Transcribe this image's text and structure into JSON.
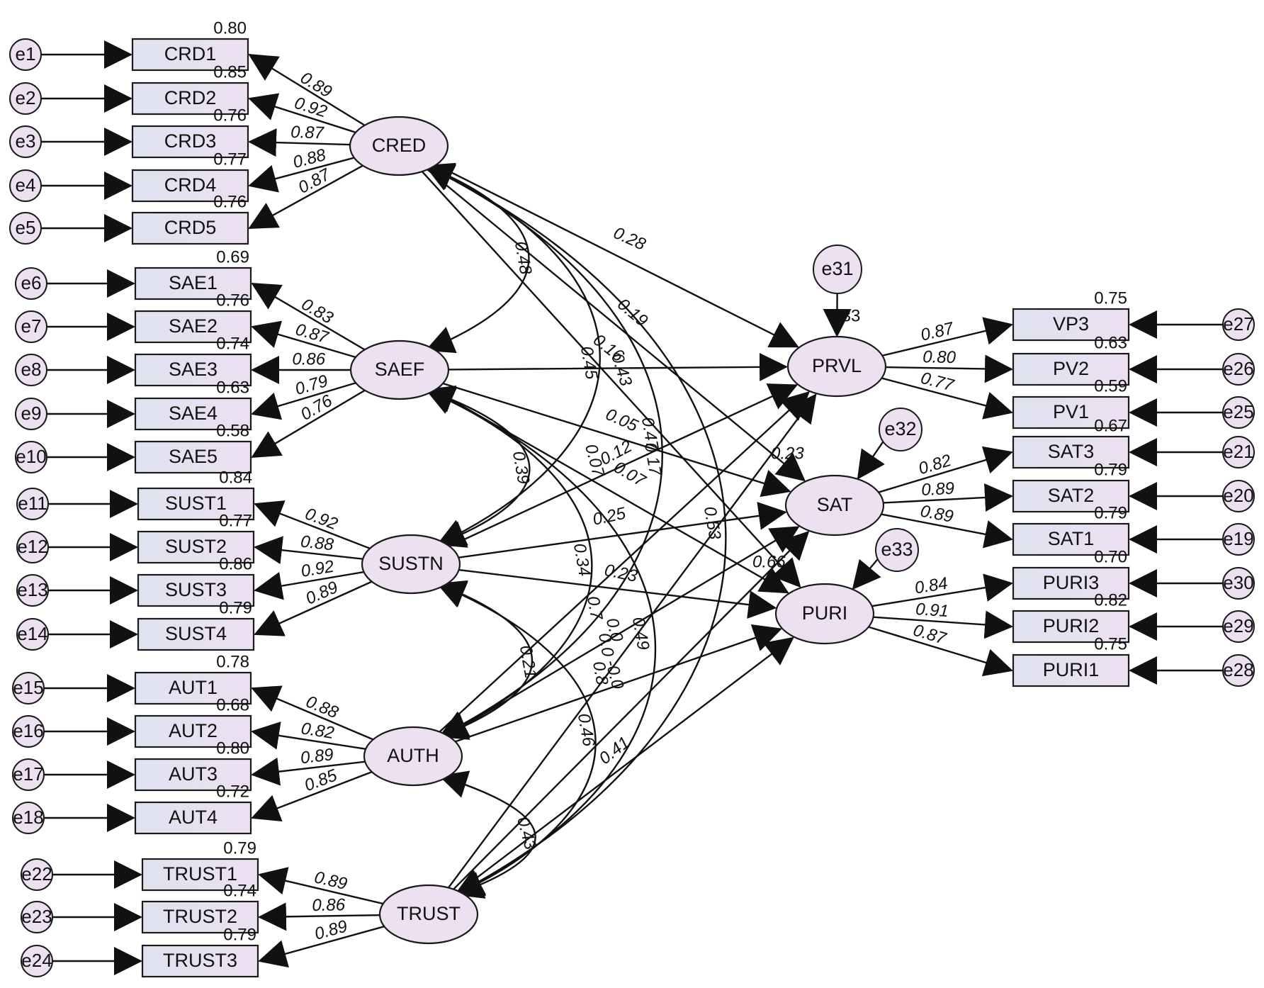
{
  "diagram": {
    "type": "structural-equation-model",
    "colors": {
      "node_fill": "#ece0f1",
      "box_fill": "#e4e0f2",
      "stroke": "#111111"
    },
    "latents": [
      {
        "id": "CRED",
        "label": "CRED"
      },
      {
        "id": "SAEF",
        "label": "SAEF"
      },
      {
        "id": "SUSTN",
        "label": "SUSTN"
      },
      {
        "id": "AUTH",
        "label": "AUTH"
      },
      {
        "id": "TRUST",
        "label": "TRUST"
      },
      {
        "id": "PRVL",
        "label": "PRVL",
        "r2": ".33"
      },
      {
        "id": "SAT",
        "label": "SAT",
        "r2": "0.23"
      },
      {
        "id": "PURI",
        "label": "PURI",
        "r2": "0.66"
      }
    ],
    "disturbances": [
      {
        "id": "e31",
        "label": "e31",
        "target": "PRVL"
      },
      {
        "id": "e32",
        "label": "e32",
        "target": "SAT"
      },
      {
        "id": "e33",
        "label": "e33",
        "target": "PURI"
      }
    ],
    "indicators": [
      {
        "id": "CRD1",
        "label": "CRD1",
        "latent": "CRED",
        "error": "e1",
        "loading": "0.89",
        "r2": "0.80"
      },
      {
        "id": "CRD2",
        "label": "CRD2",
        "latent": "CRED",
        "error": "e2",
        "loading": "0.92",
        "r2": "0.85"
      },
      {
        "id": "CRD3",
        "label": "CRD3",
        "latent": "CRED",
        "error": "e3",
        "loading": "0.87",
        "r2": "0.76"
      },
      {
        "id": "CRD4",
        "label": "CRD4",
        "latent": "CRED",
        "error": "e4",
        "loading": "0.88",
        "r2": "0.77"
      },
      {
        "id": "CRD5",
        "label": "CRD5",
        "latent": "CRED",
        "error": "e5",
        "loading": "0.87",
        "r2": "0.76"
      },
      {
        "id": "SAE1",
        "label": "SAE1",
        "latent": "SAEF",
        "error": "e6",
        "loading": "0.83",
        "r2": "0.69"
      },
      {
        "id": "SAE2",
        "label": "SAE2",
        "latent": "SAEF",
        "error": "e7",
        "loading": "0.87",
        "r2": "0.76"
      },
      {
        "id": "SAE3",
        "label": "SAE3",
        "latent": "SAEF",
        "error": "e8",
        "loading": "0.86",
        "r2": "0.74"
      },
      {
        "id": "SAE4",
        "label": "SAE4",
        "latent": "SAEF",
        "error": "e9",
        "loading": "0.79",
        "r2": "0.63"
      },
      {
        "id": "SAE5",
        "label": "SAE5",
        "latent": "SAEF",
        "error": "e10",
        "loading": "0.76",
        "r2": "0.58"
      },
      {
        "id": "SUST1",
        "label": "SUST1",
        "latent": "SUSTN",
        "error": "e11",
        "loading": "0.92",
        "r2": "0.84"
      },
      {
        "id": "SUST2",
        "label": "SUST2",
        "latent": "SUSTN",
        "error": "e12",
        "loading": "0.88",
        "r2": "0.77"
      },
      {
        "id": "SUST3",
        "label": "SUST3",
        "latent": "SUSTN",
        "error": "e13",
        "loading": "0.92",
        "r2": "0.86"
      },
      {
        "id": "SUST4",
        "label": "SUST4",
        "latent": "SUSTN",
        "error": "e14",
        "loading": "0.89",
        "r2": "0.79"
      },
      {
        "id": "AUT1",
        "label": "AUT1",
        "latent": "AUTH",
        "error": "e15",
        "loading": "0.88",
        "r2": "0.78"
      },
      {
        "id": "AUT2",
        "label": "AUT2",
        "latent": "AUTH",
        "error": "e16",
        "loading": "0.82",
        "r2": "0.68"
      },
      {
        "id": "AUT3",
        "label": "AUT3",
        "latent": "AUTH",
        "error": "e17",
        "loading": "0.89",
        "r2": "0.80"
      },
      {
        "id": "AUT4",
        "label": "AUT4",
        "latent": "AUTH",
        "error": "e18",
        "loading": "0.85",
        "r2": "0.72"
      },
      {
        "id": "TRUST1",
        "label": "TRUST1",
        "latent": "TRUST",
        "error": "e22",
        "loading": "0.89",
        "r2": "0.79"
      },
      {
        "id": "TRUST2",
        "label": "TRUST2",
        "latent": "TRUST",
        "error": "e23",
        "loading": "0.86",
        "r2": "0.74"
      },
      {
        "id": "TRUST3",
        "label": "TRUST3",
        "latent": "TRUST",
        "error": "e24",
        "loading": "0.89",
        "r2": "0.79"
      },
      {
        "id": "VP3",
        "label": "VP3",
        "latent": "PRVL",
        "error": "e27",
        "loading": "0.87",
        "r2": "0.75"
      },
      {
        "id": "PV2",
        "label": "PV2",
        "latent": "PRVL",
        "error": "e26",
        "loading": "0.80",
        "r2": "0.63"
      },
      {
        "id": "PV1",
        "label": "PV1",
        "latent": "PRVL",
        "error": "e25",
        "loading": "0.77",
        "r2": "0.59"
      },
      {
        "id": "SAT3",
        "label": "SAT3",
        "latent": "SAT",
        "error": "e21",
        "loading": "0.82",
        "r2": "0.67"
      },
      {
        "id": "SAT2",
        "label": "SAT2",
        "latent": "SAT",
        "error": "e20",
        "loading": "0.89",
        "r2": "0.79"
      },
      {
        "id": "SAT1",
        "label": "SAT1",
        "latent": "SAT",
        "error": "e19",
        "loading": "0.89",
        "r2": "0.79"
      },
      {
        "id": "PURI3",
        "label": "PURI3",
        "latent": "PURI",
        "error": "e30",
        "loading": "0.84",
        "r2": "0.70"
      },
      {
        "id": "PURI2",
        "label": "PURI2",
        "latent": "PURI",
        "error": "e29",
        "loading": "0.91",
        "r2": "0.82"
      },
      {
        "id": "PURI1",
        "label": "PURI1",
        "latent": "PURI",
        "error": "e28",
        "loading": "0.87",
        "r2": "0.75"
      }
    ],
    "paths": [
      {
        "from": "CRED",
        "to": "PRVL",
        "value": "0.28"
      },
      {
        "from": "CRED",
        "to": "SAT",
        "value": "0.19"
      },
      {
        "from": "CRED",
        "to": "PURI",
        "value": "0.16"
      },
      {
        "from": "SAEF",
        "to": "PRVL",
        "value": ""
      },
      {
        "from": "SAEF",
        "to": "SAT",
        "value": "0.05"
      },
      {
        "from": "SAEF",
        "to": "PURI",
        "value": "0.07"
      },
      {
        "from": "SUSTN",
        "to": "PRVL",
        "value": "0.12"
      },
      {
        "from": "SUSTN",
        "to": "SAT",
        "value": "0.25"
      },
      {
        "from": "SUSTN",
        "to": "PURI",
        "value": "0.23"
      },
      {
        "from": "AUTH",
        "to": "PRVL",
        "value": "0.07"
      },
      {
        "from": "AUTH",
        "to": "SAT",
        "value": "0.0"
      },
      {
        "from": "AUTH",
        "to": "PURI",
        "value": "-0.0"
      },
      {
        "from": "TRUST",
        "to": "PRVL",
        "value": ""
      },
      {
        "from": "TRUST",
        "to": "SAT",
        "value": ""
      },
      {
        "from": "TRUST",
        "to": "PURI",
        "value": "0.41"
      }
    ],
    "covariances": [
      {
        "a": "CRED",
        "b": "SAEF",
        "value": "0.48"
      },
      {
        "a": "CRED",
        "b": "SUSTN",
        "value": "0.45"
      },
      {
        "a": "CRED",
        "b": "AUTH",
        "value": "0.43"
      },
      {
        "a": "CRED",
        "b": "TRUST",
        "value": "0.53"
      },
      {
        "a": "SAEF",
        "b": "SUSTN",
        "value": "0.39"
      },
      {
        "a": "SAEF",
        "b": "AUTH",
        "value": "0.34"
      },
      {
        "a": "SAEF",
        "b": "TRUST",
        "value": "0.49"
      },
      {
        "a": "SUSTN",
        "b": "AUTH",
        "value": "0.21"
      },
      {
        "a": "SUSTN",
        "b": "TRUST",
        "value": "0.46"
      },
      {
        "a": "AUTH",
        "b": "TRUST",
        "value": "0.43"
      }
    ],
    "extra_labels": [
      "0.47",
      "0.17",
      "0.7",
      "0.0",
      "0.8"
    ]
  }
}
